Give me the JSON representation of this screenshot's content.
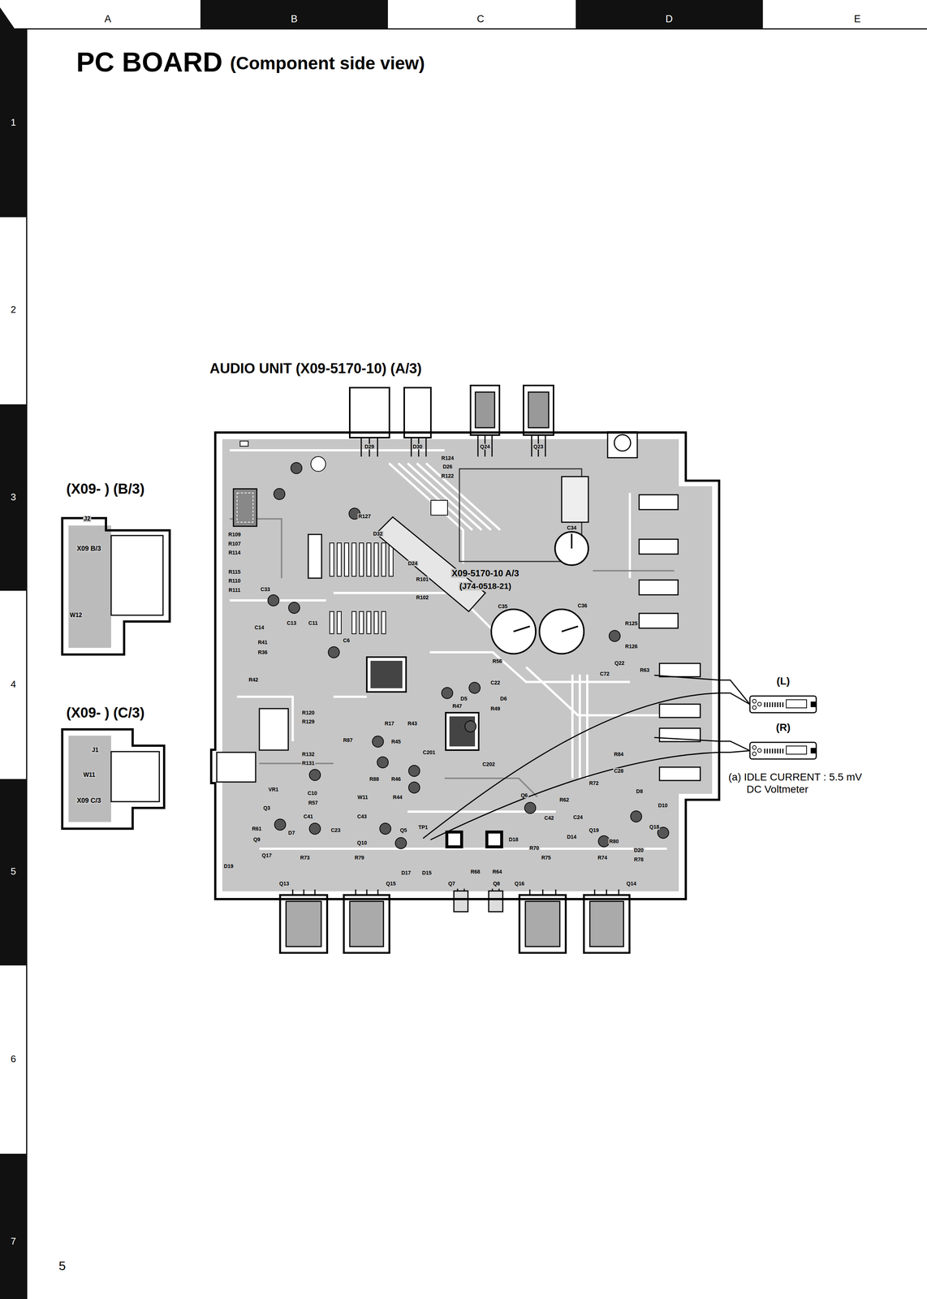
{
  "diagram": {
    "title": "PC BOARD",
    "nodes": [
      {
        "text": [
          "AUDIO UNIT (X09-5170-10) (A/3)"
        ]
      },
      {
        "text": [
          "(L)"
        ]
      },
      {
        "text": [
          "(R)"
        ]
      },
      {
        "text": [
          "(X09- ) (B/3)"
        ]
      },
      {
        "text": [
          "(X09- ) (C/3)"
        ]
      }
    ],
    "edges": [
      {
        "from": 0,
        "to": 1,
        "arrow": "none"
      },
      {
        "from": 0,
        "to": 1,
        "arrow": "none"
      },
      {
        "from": 0,
        "to": 2,
        "arrow": "none"
      },
      {
        "from": 0,
        "to": 2,
        "arrow": "none"
      }
    ],
    "labels": [
      "(Component side view)",
      "A",
      "B",
      "C",
      "D",
      "E",
      "1",
      "2",
      "3",
      "4",
      "5",
      "6",
      "7",
      "(a) IDLE CURRENT : 5.5 mV",
      "DC Voltmeter",
      "5",
      "D29",
      "D30",
      "Q24",
      "Q23",
      "R124",
      "D26",
      "R122",
      "X09-5170-10 A/3",
      "(J74-0518-21)",
      "R101",
      "R102",
      "C34",
      "C35",
      "C36",
      "R125",
      "R126",
      "Q22",
      "C72",
      "R63",
      "R84",
      "C28",
      "R127",
      "D32",
      "D24",
      "R109",
      "R107",
      "R114",
      "R115",
      "R110",
      "R111",
      "C33",
      "C14",
      "C13",
      "C11",
      "C6",
      "R41",
      "R36",
      "R42",
      "R120",
      "R129",
      "R132",
      "R131",
      "R87",
      "R17",
      "R43",
      "R45",
      "R88",
      "R46",
      "R44",
      "VR1",
      "C10",
      "W11",
      "R57",
      "D5",
      "D6",
      "R56",
      "C22",
      "R47",
      "R49",
      "C201",
      "C202",
      "TP1",
      "Q5",
      "D17",
      "D15",
      "R68",
      "R64",
      "Q7",
      "Q8",
      "Q13",
      "Q15",
      "Q16",
      "Q14",
      "Q3",
      "R61",
      "Q9",
      "D7",
      "C41",
      "C23",
      "C43",
      "Q10",
      "Q17",
      "D19",
      "R73",
      "R79",
      "Q6",
      "R62",
      "C42",
      "D18",
      "R70",
      "D14",
      "C24",
      "R72",
      "Q19",
      "R80",
      "D8",
      "D10",
      "Q18",
      "D20",
      "R78",
      "R75",
      "R74",
      "J2",
      "X09 B/3",
      "W12",
      "J1",
      "W11",
      "X09 C/3"
    ]
  }
}
